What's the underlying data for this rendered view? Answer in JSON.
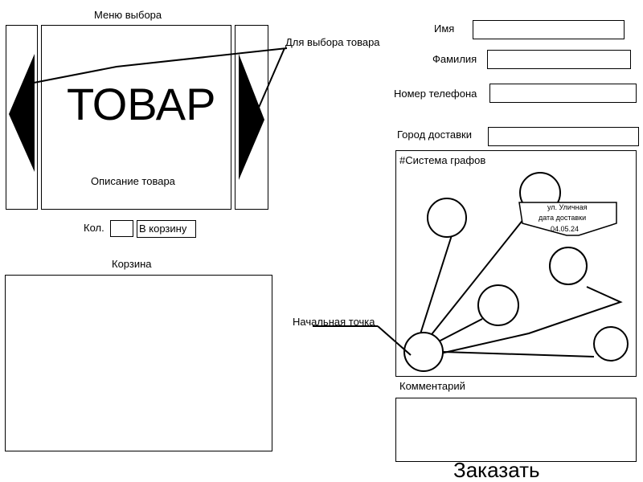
{
  "catalog": {
    "title": "Меню выбора",
    "product_name": "ТОВАР",
    "product_description": "Описание товара",
    "callout_label": "Для выбора товара",
    "quantity_label": "Кол.",
    "quantity_value": "",
    "add_to_cart_label": "В корзину",
    "prev_icon": "triangle-left-icon",
    "next_icon": "triangle-right-icon"
  },
  "cart": {
    "title": "Корзина"
  },
  "form": {
    "name_label": "Имя",
    "name_value": "",
    "surname_label": "Фамилия",
    "surname_value": "",
    "phone_label": "Номер телефона",
    "phone_value": "",
    "city_label": "Город доставки",
    "city_value": ""
  },
  "graph": {
    "title": "#Система графов",
    "info_street": "ул. Уличная",
    "info_date_label": "дата доставки",
    "info_date_value": "04.05.24",
    "start_label": "Начальная точка"
  },
  "comment": {
    "label": "Комментарий",
    "value": ""
  },
  "order": {
    "label": "Заказать"
  }
}
